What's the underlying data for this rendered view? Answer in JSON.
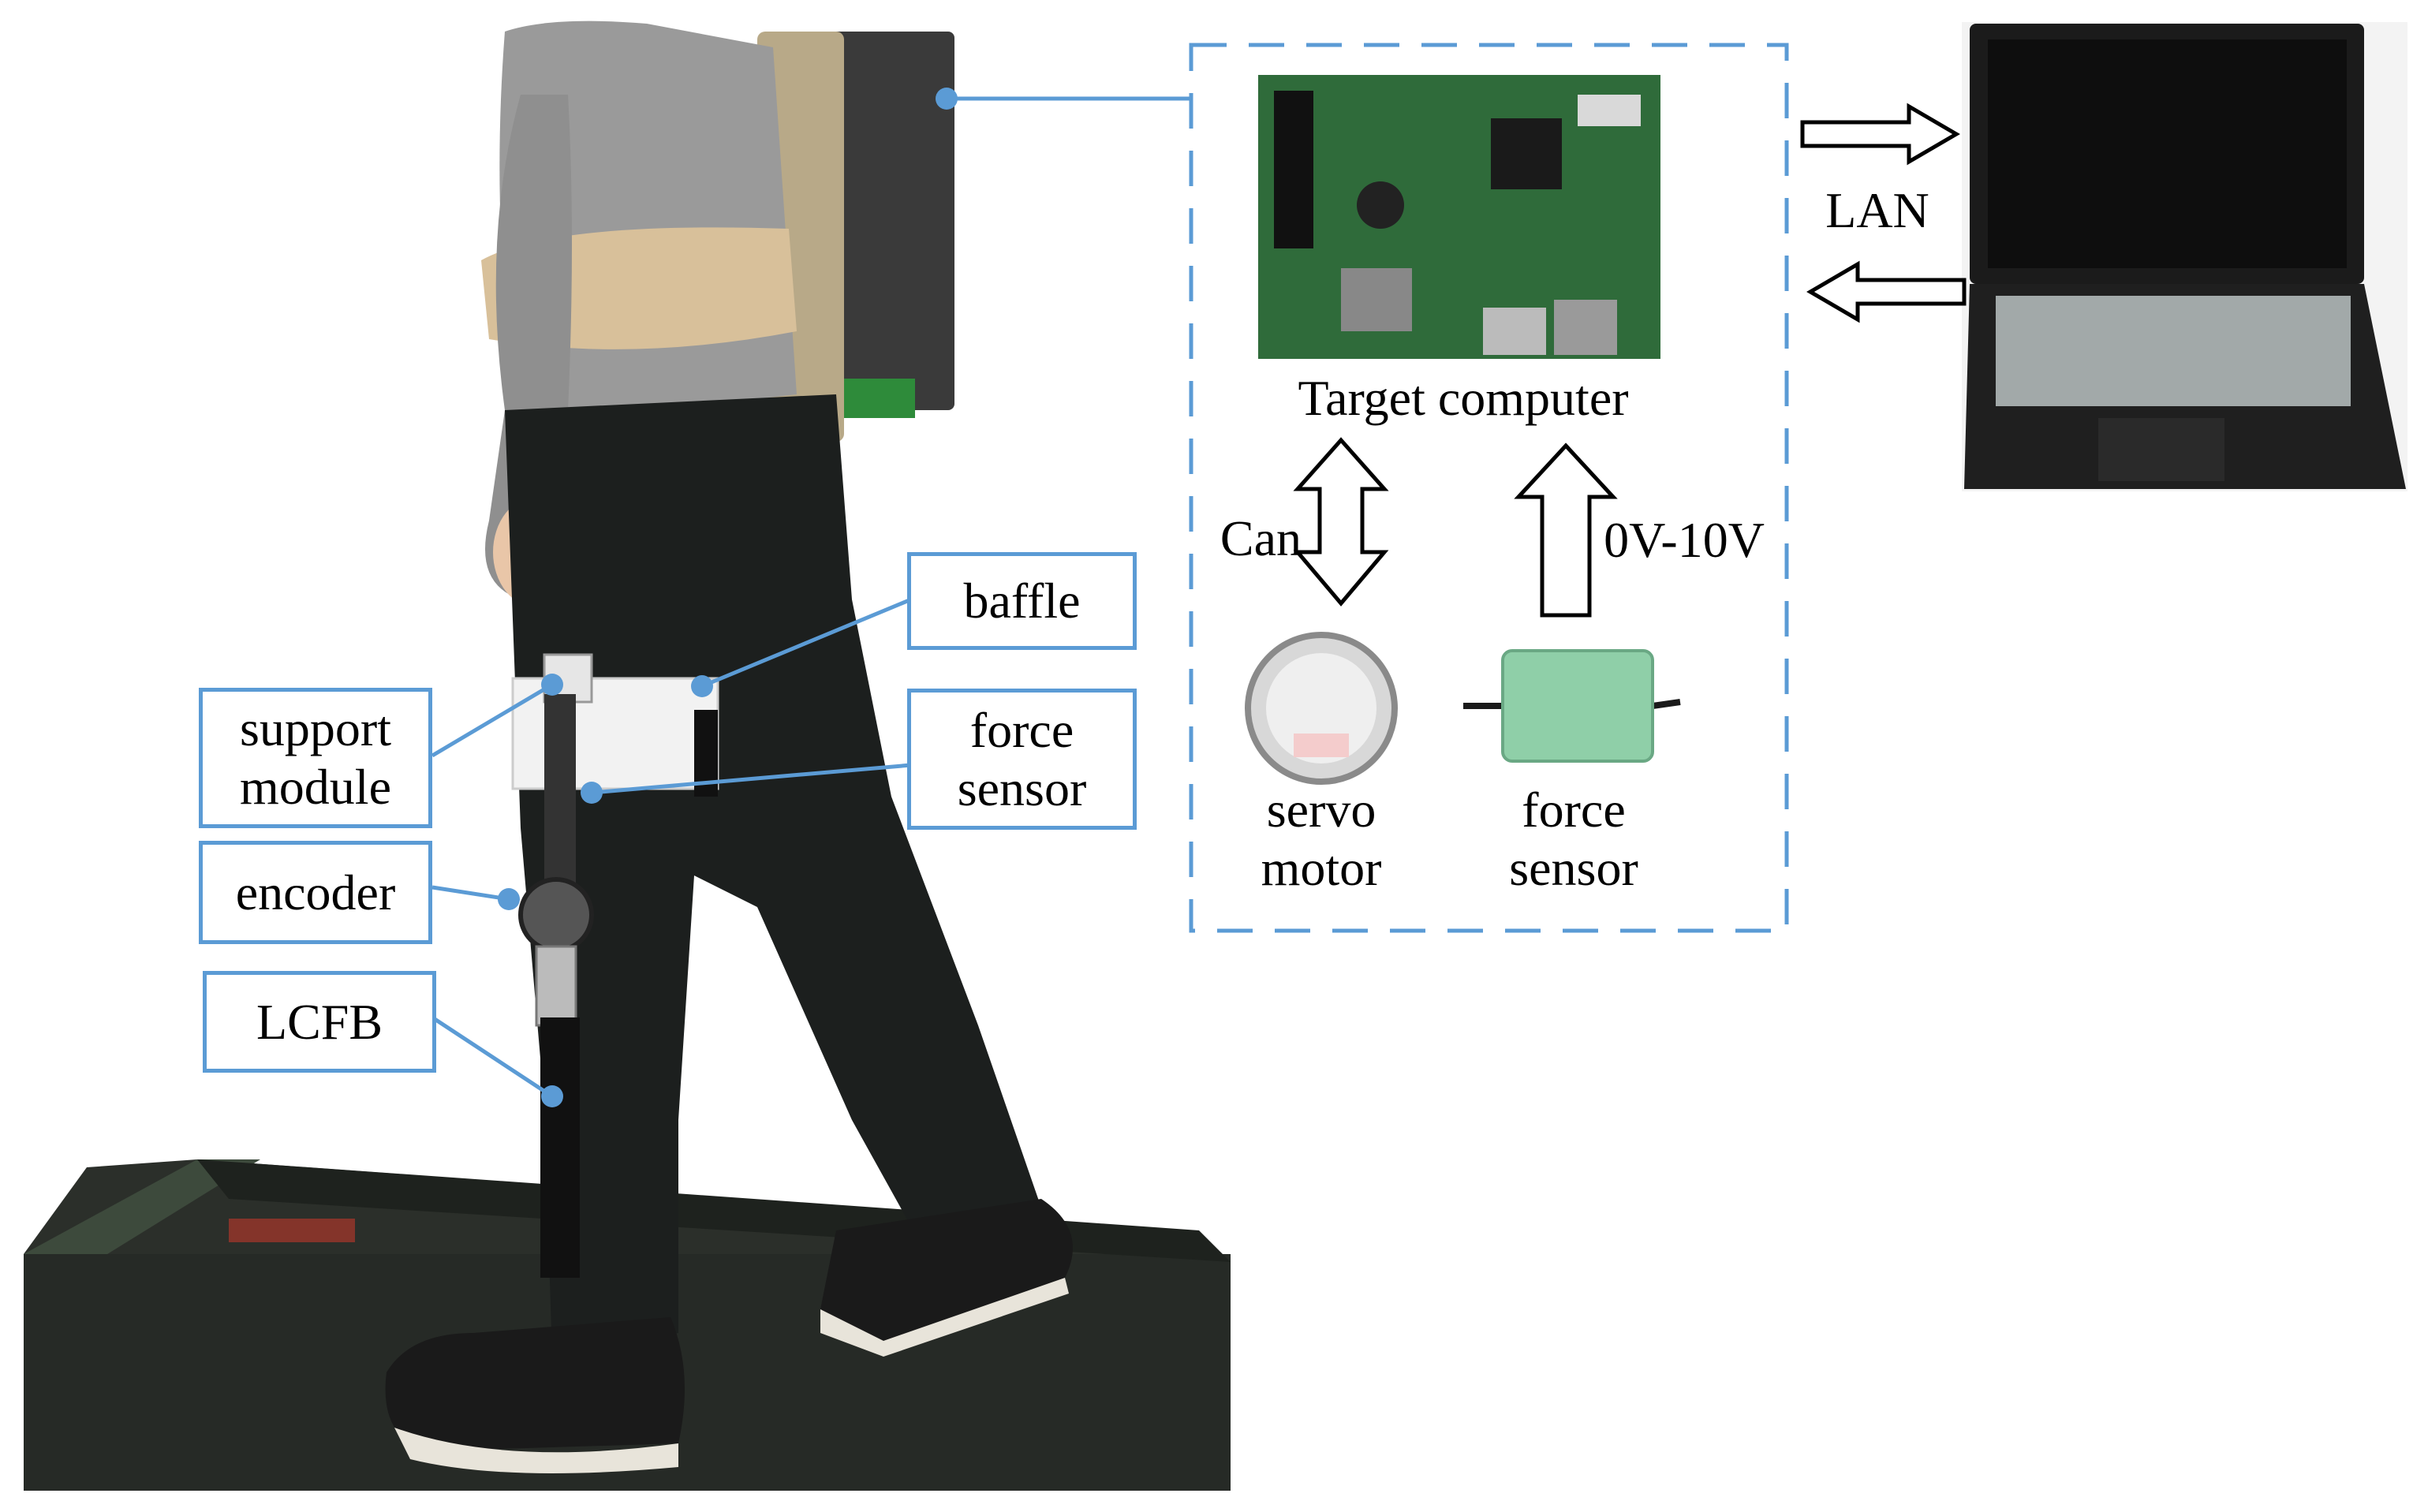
{
  "labels": {
    "baffle": "baffle",
    "force_sensor_left": "force\nsensor",
    "support_module": "support\nmodule",
    "encoder": "encoder",
    "lcfb": "LCFB"
  },
  "system": {
    "target_computer": "Target computer",
    "lan": "LAN",
    "can": "Can",
    "voltage": "0V-10V",
    "servo_motor": "servo\nmotor",
    "force_sensor": "force\nsensor"
  },
  "colors": {
    "accent": "#5b9bd5",
    "pcb": "#2f6b3a",
    "pants": "#1c1f1e",
    "sweater": "#9a9a9a",
    "treadmill": "#2b2f2a",
    "laptop": "#1b1b1b",
    "sensor_green": "#8fcfa8"
  }
}
